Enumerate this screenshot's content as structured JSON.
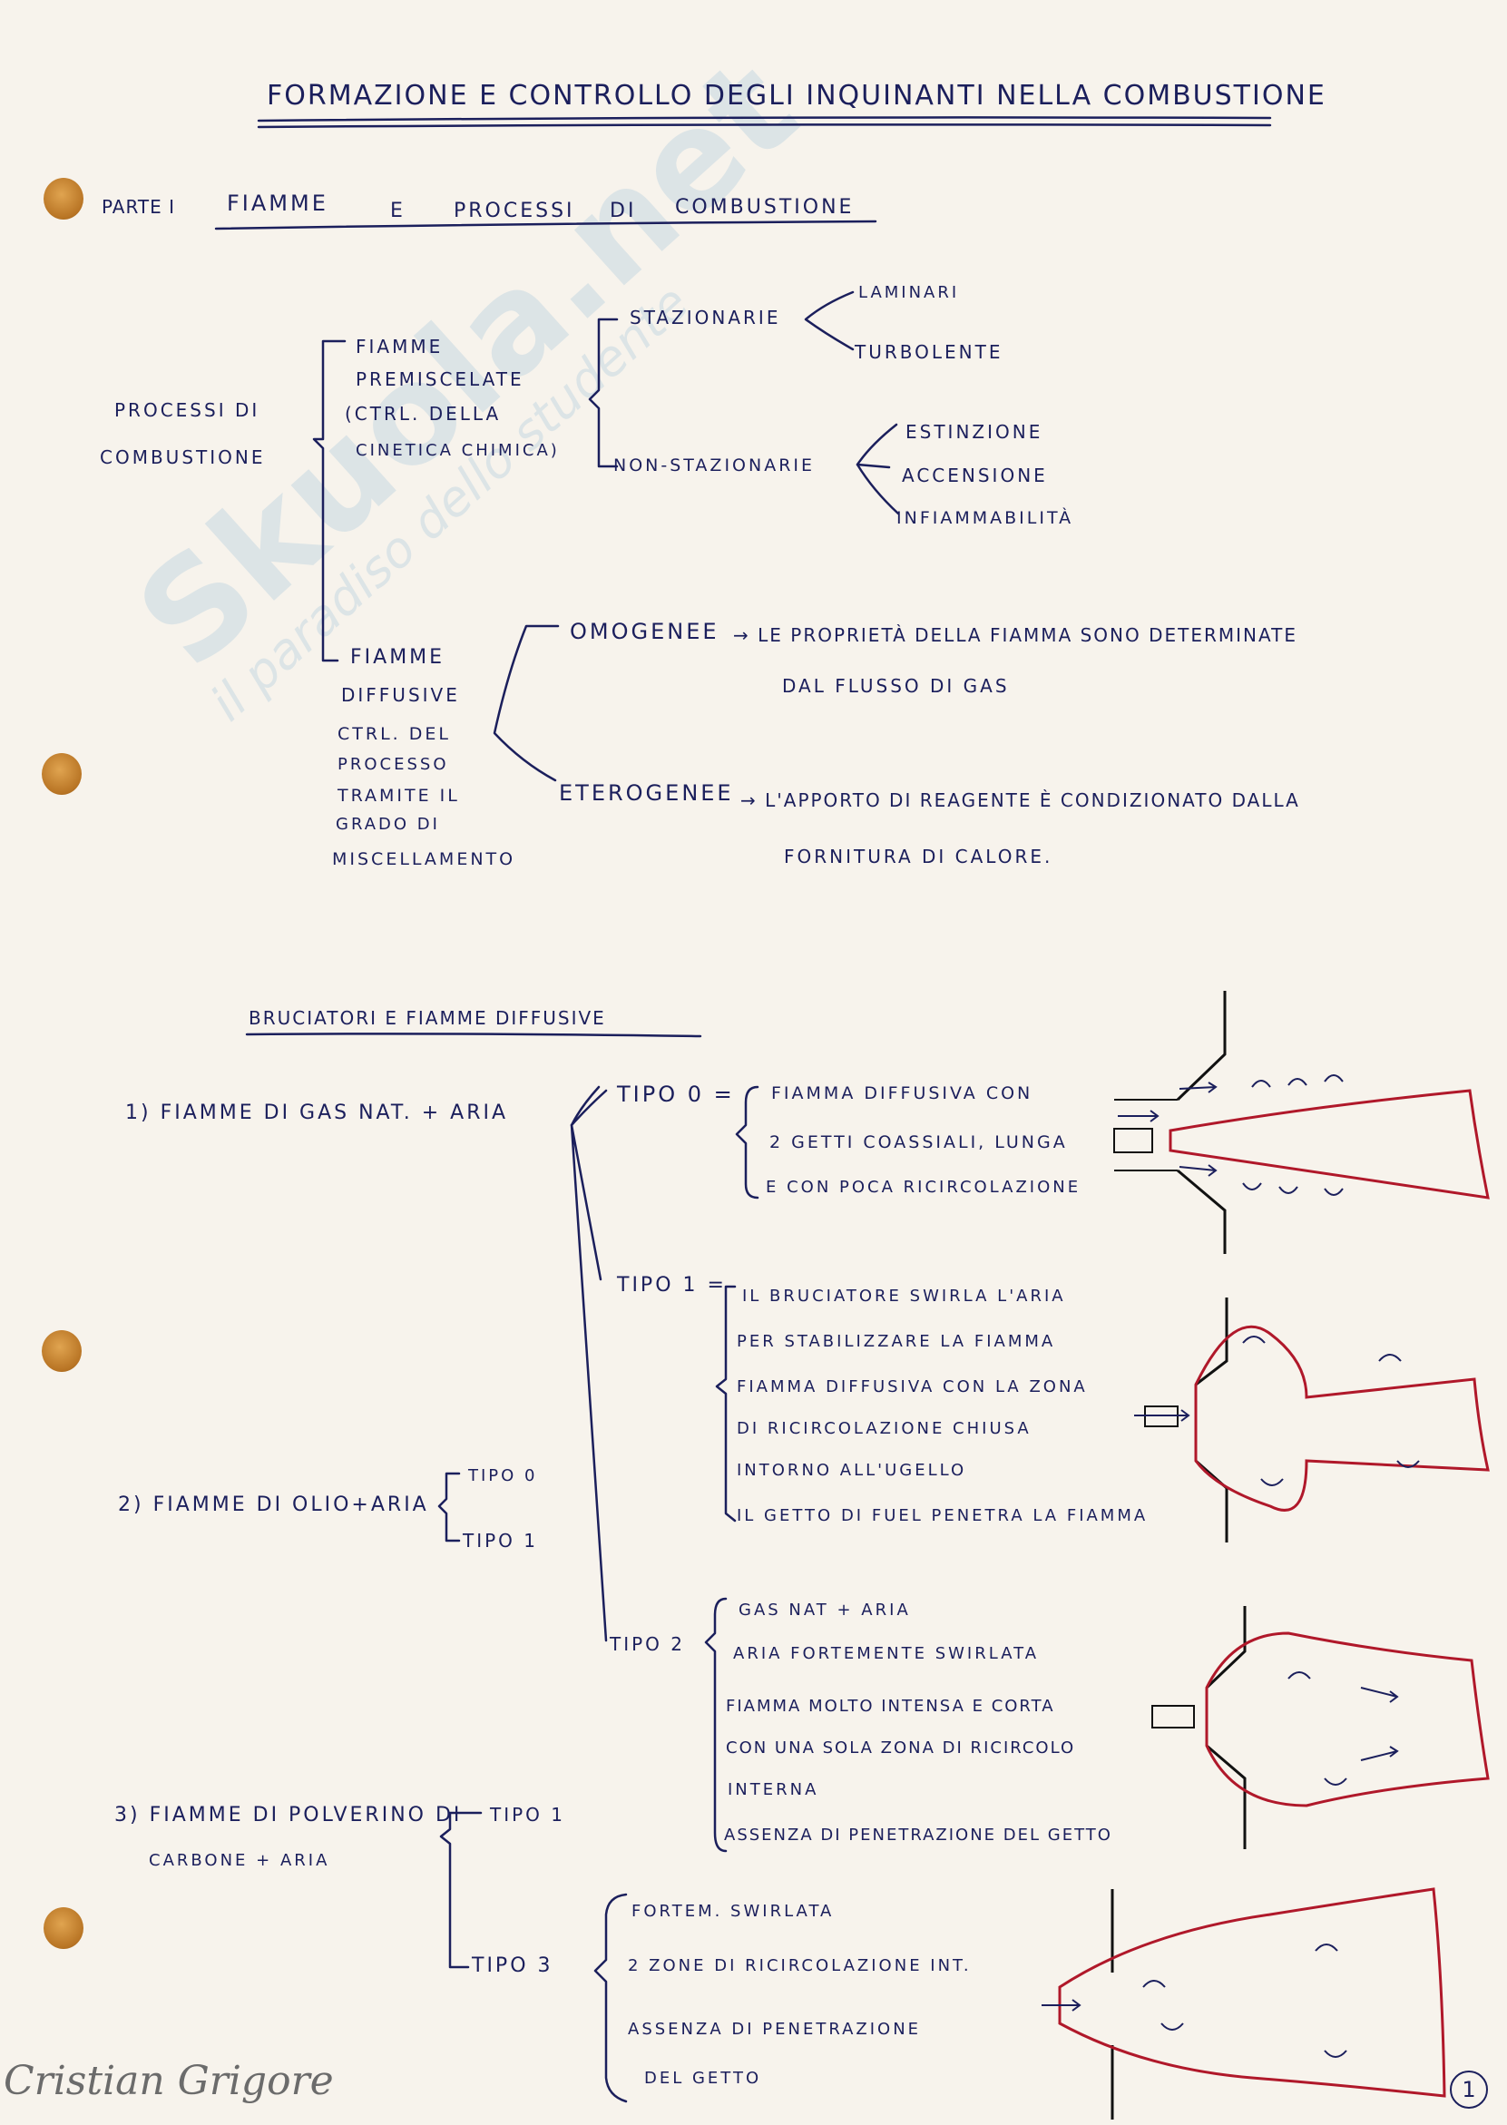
{
  "title": "FORMAZIONE E CONTROLLO DEGLI INQUINANTI NELLA COMBUSTIONE",
  "parte": {
    "label": "PARTE I",
    "heading_a": "FIAMME",
    "heading_b": "E",
    "heading_c": "PROCESSI",
    "heading_d": "DI",
    "heading_e": "COMBUSTIONE"
  },
  "tree": {
    "root_1": "PROCESSI DI",
    "root_2": "COMBUSTIONE",
    "premix": [
      "FIAMME",
      "PREMISCELATE",
      "(CTRL. DELLA",
      "CINETICA CHIMICA)"
    ],
    "stazionarie": "STAZIONARIE",
    "laminari": "LAMINARI",
    "turbolente": "TURBOLENTE",
    "non_stazionarie": "NON-STAZIONARIE",
    "estinzione": "ESTINZIONE",
    "accensione": "ACCENSIONE",
    "infiammabilita": "INFIAMMABILITÀ",
    "diffusive": [
      "FIAMME",
      "DIFFUSIVE",
      "CTRL. DEL",
      "PROCESSO",
      "TRAMITE IL",
      "GRADO DI",
      "MISCELLAMENTO"
    ],
    "omogenee": "OMOGENEE",
    "omogenee_desc_1": "→ LE PROPRIETÀ DELLA FIAMMA SONO DETERMINATE",
    "omogenee_desc_2": "DAL FLUSSO DI GAS",
    "eterogenee": "ETEROGENEE",
    "eterogenee_desc_1": "→ L'APPORTO DI REAGENTE È CONDIZIONATO DALLA",
    "eterogenee_desc_2": "FORNITURA DI CALORE."
  },
  "burners": {
    "heading": "BRUCIATORI E FIAMME DIFFUSIVE",
    "item1": "1)  FIAMME DI GAS NAT. + ARIA",
    "tipo0": "TIPO 0 =",
    "tipo0_lines": [
      "FIAMMA DIFFUSIVA CON",
      "2 GETTI COASSIALI, LUNGA",
      "E CON POCA RICIRCOLAZIONE"
    ],
    "tipo1": "TIPO 1 =",
    "tipo1_lines": [
      "IL BRUCIATORE SWIRLA L'ARIA",
      "PER STABILIZZARE LA FIAMMA",
      "FIAMMA DIFFUSIVA CON LA ZONA",
      "DI RICIRCOLAZIONE CHIUSA",
      "INTORNO ALL'UGELLO",
      "IL GETTO DI FUEL PENETRA LA FIAMMA"
    ],
    "item2": "2) FIAMME DI OLIO+ARIA",
    "item2_t0": "TIPO 0",
    "item2_t1": "TIPO 1",
    "tipo2": "TIPO 2",
    "tipo2_lines": [
      "GAS NAT + ARIA",
      "ARIA FORTEMENTE SWIRLATA",
      "FIAMMA MOLTO INTENSA E CORTA",
      "CON UNA SOLA ZONA DI RICIRCOLO",
      "INTERNA",
      "ASSENZA DI PENETRAZIONE DEL GETTO"
    ],
    "item3_1": "3) FIAMME DI POLVERINO DI",
    "item3_2": "CARBONE + ARIA",
    "item3_t1": "TIPO 1",
    "item3_t3": "TIPO 3",
    "tipo3_lines": [
      "FORTEM. SWIRLATA",
      "2 ZONE DI RICIRCOLAZIONE INT.",
      "ASSENZA DI PENETRAZIONE",
      "DEL GETTO"
    ]
  },
  "watermark_1": "Skuola.net",
  "watermark_2": "il paradiso dello studente",
  "signature": "Cristian Grigore",
  "page_number": "1",
  "colors": {
    "ink": "#1b1f5c",
    "flame": "#b0182a",
    "paper": "#f7f3ec"
  }
}
